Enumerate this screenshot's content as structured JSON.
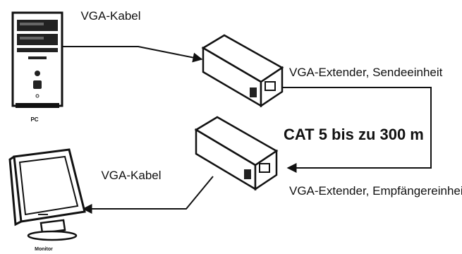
{
  "labels": {
    "vga_cable_top": "VGA-Kabel",
    "vga_cable_bottom": "VGA-Kabel",
    "transmitter": "VGA-Extender, Sendeeinheit",
    "receiver": "VGA-Extender, Empfängereinheit",
    "cat5": "CAT 5 bis zu 300 m",
    "pc": "PC",
    "monitor": "Monitor"
  },
  "colors": {
    "line": "#111111",
    "device": "#ffffff",
    "dark": "#222222"
  }
}
